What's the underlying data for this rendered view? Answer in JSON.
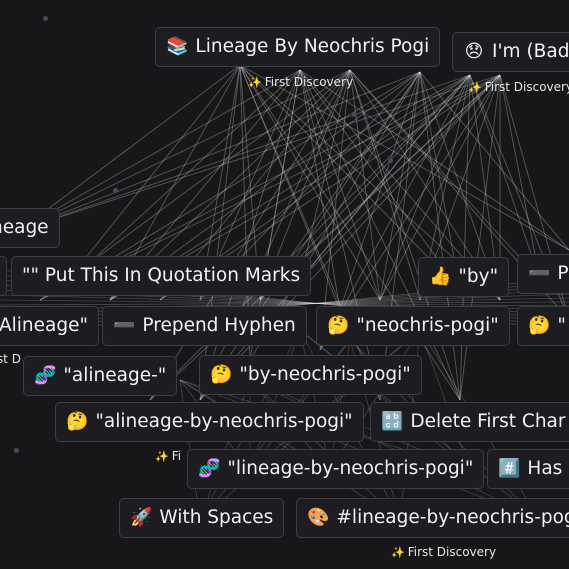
{
  "nodes": [
    {
      "emoji": "📚",
      "label": "Lineage By Neochris Pogi"
    },
    {
      "emoji": "😞",
      "label": "I'm (Bad"
    },
    {
      "emoji": "",
      "label": "neage"
    },
    {
      "emoji": "",
      "label": "\"\" Put This In Quotation Marks"
    },
    {
      "emoji": "👍",
      "label": "\"by\""
    },
    {
      "emoji": "➖",
      "label": "P"
    },
    {
      "emoji": "",
      "label": "Alineage\""
    },
    {
      "emoji": "➖",
      "label": "Prepend Hyphen"
    },
    {
      "emoji": "🤔",
      "label": "\"neochris-pogi\""
    },
    {
      "emoji": "🤔",
      "label": "\""
    },
    {
      "emoji": "🧬",
      "label": "\"alineage-\""
    },
    {
      "emoji": "🤔",
      "label": "\"by-neochris-pogi\""
    },
    {
      "emoji": "🤔",
      "label": "\"alineage-by-neochris-pogi\""
    },
    {
      "emoji": "🔡",
      "label": "Delete First Char"
    },
    {
      "emoji": "🧬",
      "label": "\"lineage-by-neochris-pogi\""
    },
    {
      "emoji": "#️⃣",
      "label": "Has"
    },
    {
      "emoji": "🚀",
      "label": "With Spaces"
    },
    {
      "emoji": "🎨",
      "label": "#lineage-by-neochris-pog"
    }
  ],
  "badges": {
    "first_discovery": "First Discovery",
    "partial_fi": "Fi",
    "partial_st_d": "rst D"
  },
  "icons": {
    "sparkle": "sparkle-icon"
  },
  "colors": {
    "background": "#17171a",
    "node_bg": "#1c1c21",
    "node_border": "#3d3d45",
    "text": "#f2f2f2",
    "line": "#ffffff"
  }
}
